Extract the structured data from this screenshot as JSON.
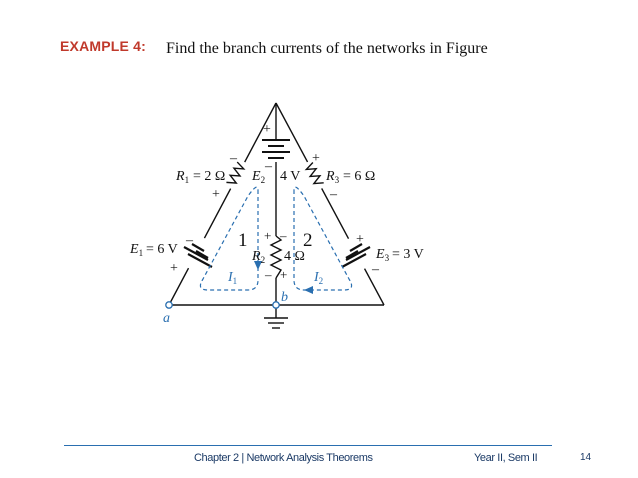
{
  "header": {
    "example_label": "EXAMPLE 4:",
    "prompt": "Find the branch currents of the networks in Figure"
  },
  "figure": {
    "r1_label": "= 2 Ω",
    "r2_value": "4 Ω",
    "r3_label": "= 6 Ω",
    "e1_label": "= 6 V",
    "e2_value": "4 V",
    "e3_label": "= 3 V",
    "loop_1": "1",
    "loop_2": "2",
    "node_a": "a",
    "node_b": "b",
    "plus": "+",
    "minus": "–"
  },
  "footer": {
    "chapter": "Chapter 2 | Network Analysis Theorems",
    "year_sem": "Year II, Sem II",
    "page_number": "14"
  },
  "colors": {
    "example_label": "#c0392b",
    "loop_current": "#2a6fb0",
    "footer_rule": "#2a6fb0"
  }
}
